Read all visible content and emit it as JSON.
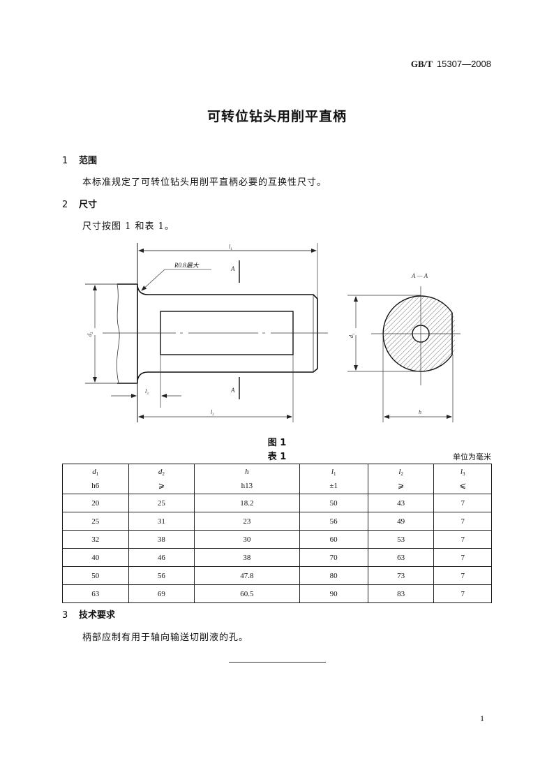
{
  "header": {
    "standard_prefix": "GB/T",
    "standard_number": "15307—2008"
  },
  "title": "可转位钻头用削平直柄",
  "sections": [
    {
      "number": "1",
      "heading": "范围",
      "body": "本标准规定了可转位钻头用削平直柄必要的互换性尺寸。"
    },
    {
      "number": "2",
      "heading": "尺寸",
      "body": "尺寸按图 1 和表 1。"
    },
    {
      "number": "3",
      "heading": "技术要求",
      "body": "柄部应制有用于轴向输送切削液的孔。"
    }
  ],
  "figure": {
    "caption": "图 1",
    "labels": {
      "l1": "l",
      "l1_sub": "1",
      "l2": "l",
      "l2_sub": "2",
      "l3": "l",
      "l3_sub": "3",
      "d1": "d",
      "d1_sub": "1",
      "d2": "d",
      "d2_sub": "2",
      "h": "h",
      "radius_note": "R0.8最大",
      "section_mark": "A",
      "section_title": "A — A"
    }
  },
  "table": {
    "caption": "表 1",
    "unit": "单位为毫米",
    "columns": [
      {
        "symbol": "d",
        "sub": "1",
        "tolerance": "h6"
      },
      {
        "symbol": "d",
        "sub": "2",
        "tolerance": "⩾"
      },
      {
        "symbol": "h",
        "sub": "",
        "tolerance": "h13"
      },
      {
        "symbol": "l",
        "sub": "1",
        "tolerance": "±1"
      },
      {
        "symbol": "l",
        "sub": "2",
        "tolerance": "⩾"
      },
      {
        "symbol": "l",
        "sub": "3",
        "tolerance": "⩽"
      }
    ],
    "rows": [
      [
        "20",
        "25",
        "18.2",
        "50",
        "43",
        "7"
      ],
      [
        "25",
        "31",
        "23",
        "56",
        "49",
        "7"
      ],
      [
        "32",
        "38",
        "30",
        "60",
        "53",
        "7"
      ],
      [
        "40",
        "46",
        "38",
        "70",
        "63",
        "7"
      ],
      [
        "50",
        "56",
        "47.8",
        "80",
        "73",
        "7"
      ],
      [
        "63",
        "69",
        "60.5",
        "90",
        "83",
        "7"
      ]
    ]
  },
  "footer": {
    "page_number": "1"
  }
}
